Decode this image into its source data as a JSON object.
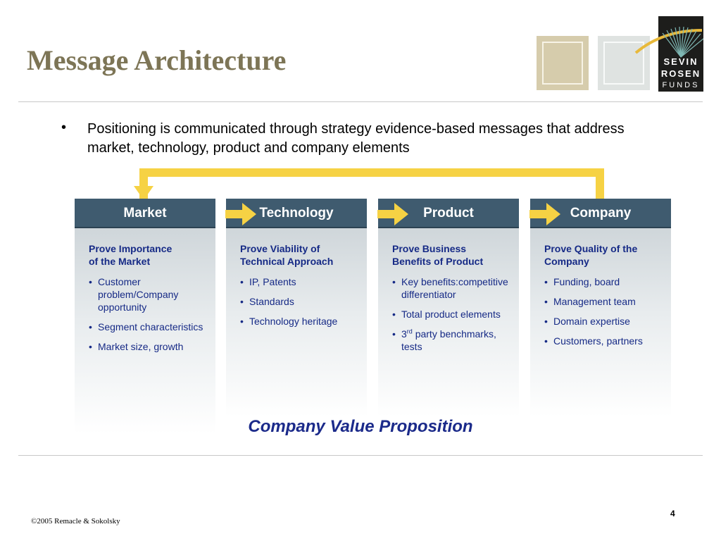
{
  "slide": {
    "title": "Message Architecture",
    "intro_bullet": "•",
    "intro_text": "Positioning is communicated through strategy evidence-based messages that address market, technology, product and company elements",
    "value_proposition": "Company Value Proposition",
    "page_number": "4",
    "copyright": "©2005 Remacle & Sokolsky"
  },
  "logo": {
    "line1": "SEVIN",
    "line2": "ROSEN",
    "line3": "FUNDS"
  },
  "colors": {
    "title": "#7d7556",
    "header_bg": "#3f5b6f",
    "body_text": "#162a86",
    "arrow": "#f6d244",
    "value_prop": "#1b2a8a"
  },
  "columns": [
    {
      "header": "Market",
      "heading": "Prove Importance\nof the Market",
      "items": [
        "Customer problem/Company opportunity",
        "Segment characteristics",
        "Market size, growth"
      ]
    },
    {
      "header": "Technology",
      "heading": "Prove Viability of\nTechnical Approach",
      "items": [
        "IP, Patents",
        "Standards",
        "Technology heritage"
      ]
    },
    {
      "header": "Product",
      "heading": "Prove Business\nBenefits of Product",
      "items": [
        "Key benefits:competitive differentiator",
        "Total product elements"
      ],
      "item_last_pre": "3",
      "item_last_sup": "rd",
      "item_last_post": " party benchmarks, tests"
    },
    {
      "header": "Company",
      "heading": "Prove Quality of the\nCompany",
      "items": [
        "Funding, board",
        "Management team",
        "Domain expertise",
        "Customers, partners"
      ]
    }
  ],
  "bullet_glyph": "•"
}
